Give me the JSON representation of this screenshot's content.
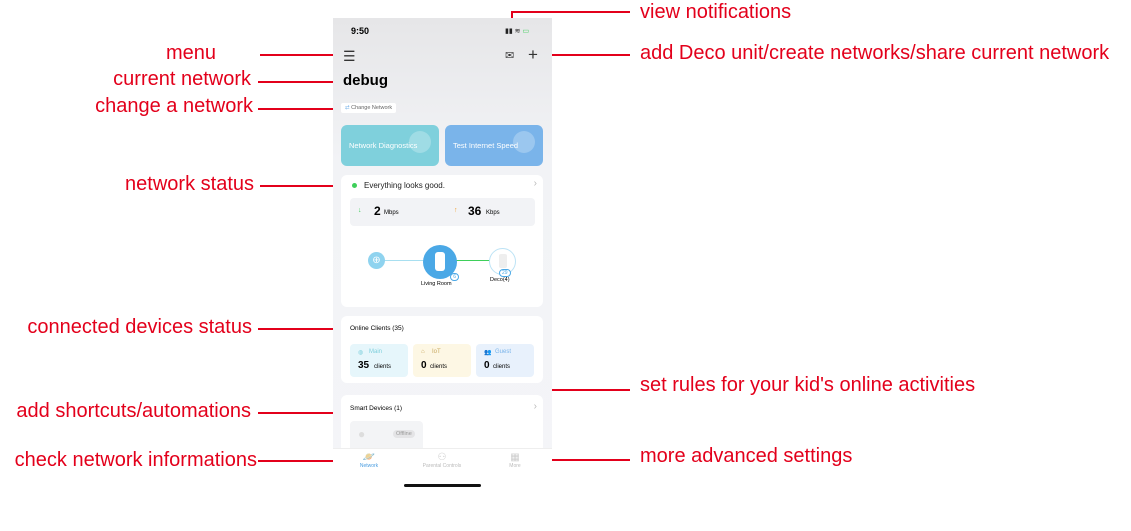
{
  "annotations": {
    "menu": "menu",
    "current_network": "current network",
    "change_network": "change a network",
    "network_status": "network status",
    "connected_devices": "connected devices status",
    "shortcuts": "add shortcuts/automations",
    "network_info": "check network informations",
    "notifications": "view notifications",
    "add_deco": "add Deco unit/create networks/share current network",
    "parental": "set rules for your kid's online activities",
    "more": "more advanced settings"
  },
  "colors": {
    "annotation": "#e3001b",
    "diag": "#7fd0dc",
    "speed": "#7ab4ea",
    "ok": "#3ecf5a",
    "network_tab": "#4a9de0"
  },
  "status_bar": {
    "time": "9:50"
  },
  "header": {
    "network_name": "debug",
    "change_network": "Change Network"
  },
  "quick": {
    "diagnostics": "Network Diagnostics",
    "speed": "Test Internet Speed"
  },
  "status": {
    "message": "Everything looks good.",
    "download_value": "2",
    "download_unit": "Mbps",
    "upload_value": "36",
    "upload_unit": "Kbps"
  },
  "topology": {
    "main_node": "Living Room",
    "main_badge": "6",
    "sat_node": "Deco(4)",
    "sat_badge": "29"
  },
  "clients": {
    "title": "Online Clients (35)",
    "groups": [
      {
        "label": "Main",
        "count": "35",
        "unit": "clients"
      },
      {
        "label": "IoT",
        "count": "0",
        "unit": "clients"
      },
      {
        "label": "Guest",
        "count": "0",
        "unit": "clients"
      }
    ]
  },
  "smart": {
    "title": "Smart Devices (1)",
    "device_status": "Offline"
  },
  "tabs": [
    {
      "label": "Network"
    },
    {
      "label": "Parental Controls"
    },
    {
      "label": "More"
    }
  ]
}
